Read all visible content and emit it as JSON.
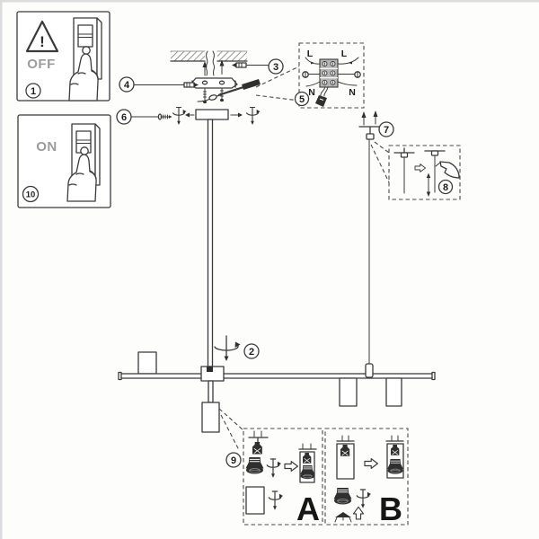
{
  "document": {
    "kind": "lamp-assembly-instruction-sheet"
  },
  "colors": {
    "ink": "#3a3a3a",
    "dark_fill": "#2f2f2f",
    "muted_text": "#9b9b9b",
    "paper": "#fdfdfc"
  },
  "power": {
    "off_label": "OFF",
    "on_label": "ON",
    "warning_mark": "!"
  },
  "wiring": {
    "live": "L",
    "neutral": "N"
  },
  "bulb_options": {
    "a": "A",
    "b": "B"
  },
  "steps": {
    "1": "1",
    "2": "2",
    "3": "3",
    "4": "4",
    "5": "5",
    "6": "6",
    "7": "7",
    "8": "8",
    "9": "9",
    "10": "10"
  }
}
